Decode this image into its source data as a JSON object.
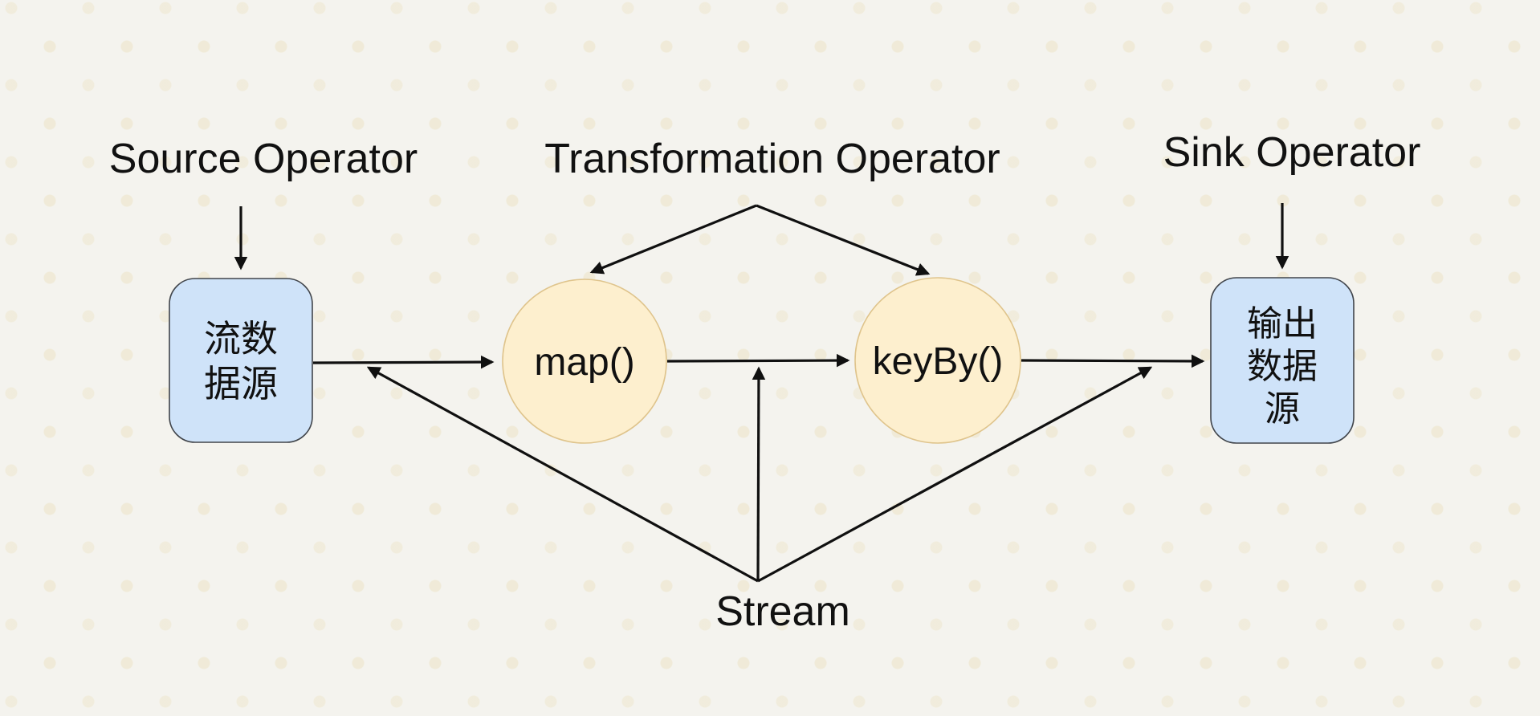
{
  "diagram": {
    "labels": {
      "source_operator": "Source Operator",
      "transformation_operator": "Transformation Operator",
      "sink_operator": "Sink Operator",
      "stream": "Stream"
    },
    "nodes": {
      "source": {
        "line1": "流数",
        "line2": "据源"
      },
      "map": {
        "label": "map()"
      },
      "keyby": {
        "label": "keyBy()"
      },
      "sink": {
        "line1": "输出",
        "line2": "数据",
        "line3": "源"
      }
    }
  },
  "colors": {
    "background": "#f4f3ee",
    "background_dots": "#eae0bc",
    "line": "#101010",
    "text": "#111111",
    "node_blue_fill": "#cfe3f9",
    "node_blue_border": "#41454b",
    "node_yellow_fill": "#fdefce",
    "node_yellow_border": "#dfc48c"
  }
}
